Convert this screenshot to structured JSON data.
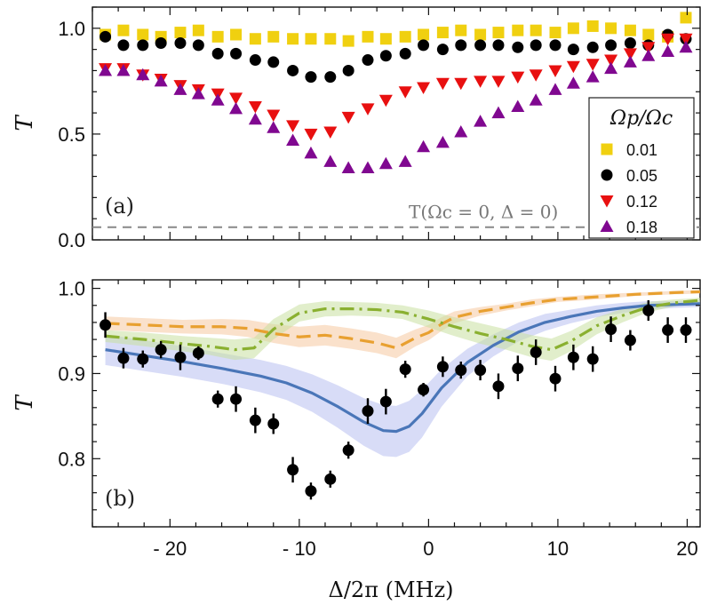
{
  "chart_data": [
    {
      "panel": "(a)",
      "type": "scatter",
      "ylabel": "T",
      "xlabel": "",
      "ylim": [
        0.0,
        1.1
      ],
      "xlim": [
        -26,
        21
      ],
      "yticks": [
        0.0,
        0.5,
        1.0
      ],
      "ytick_labels": [
        "0.0",
        "0.5",
        "1.0"
      ],
      "xticks": [
        -20,
        -10,
        0,
        10,
        20
      ],
      "grid": false,
      "legend": {
        "title": "Ω_p/Ω_c",
        "placement": "right"
      },
      "legend_title": "Ωp/Ωc",
      "annotation": "T(Ωc = 0, Δ = 0)",
      "annotation_y": 0.06,
      "series": [
        {
          "name": "0.01",
          "color": "#f0d010",
          "marker": "square",
          "x": [
            -25.0,
            -23.6,
            -22.1,
            -20.7,
            -19.2,
            -17.8,
            -16.3,
            -14.9,
            -13.4,
            -12.0,
            -10.5,
            -9.1,
            -7.6,
            -6.2,
            -4.7,
            -3.3,
            -1.8,
            -0.4,
            1.1,
            2.5,
            4.0,
            5.4,
            6.9,
            8.3,
            9.8,
            11.2,
            12.7,
            14.1,
            15.6,
            17.0,
            18.5,
            19.9
          ],
          "y": [
            0.97,
            0.99,
            0.97,
            0.96,
            0.98,
            0.99,
            0.96,
            0.97,
            0.95,
            0.96,
            0.95,
            0.95,
            0.95,
            0.94,
            0.96,
            0.95,
            0.96,
            0.97,
            0.98,
            0.99,
            0.97,
            0.98,
            0.99,
            0.99,
            0.98,
            1.0,
            1.01,
            1.0,
            0.99,
            0.97,
            0.96,
            1.05
          ]
        },
        {
          "name": "0.05",
          "color": "#000000",
          "marker": "circle",
          "x": [
            -25.0,
            -23.6,
            -22.1,
            -20.7,
            -19.2,
            -17.8,
            -16.3,
            -14.9,
            -13.4,
            -12.0,
            -10.5,
            -9.1,
            -7.6,
            -6.2,
            -4.7,
            -3.3,
            -1.8,
            -0.4,
            1.1,
            2.5,
            4.0,
            5.4,
            6.9,
            8.3,
            9.8,
            11.2,
            12.7,
            14.1,
            15.6,
            17.0,
            18.5,
            19.9
          ],
          "y": [
            0.96,
            0.92,
            0.92,
            0.93,
            0.93,
            0.92,
            0.88,
            0.88,
            0.85,
            0.84,
            0.8,
            0.77,
            0.77,
            0.8,
            0.85,
            0.87,
            0.88,
            0.92,
            0.9,
            0.92,
            0.92,
            0.92,
            0.91,
            0.92,
            0.92,
            0.9,
            0.91,
            0.92,
            0.93,
            0.92,
            0.97,
            0.95
          ]
        },
        {
          "name": "0.12",
          "color": "#e81010",
          "marker": "triangle-down",
          "x": [
            -25.0,
            -23.6,
            -22.1,
            -20.7,
            -19.2,
            -17.8,
            -16.3,
            -14.9,
            -13.4,
            -12.0,
            -10.5,
            -9.1,
            -7.6,
            -6.2,
            -4.7,
            -3.3,
            -1.8,
            -0.4,
            1.1,
            2.5,
            4.0,
            5.4,
            6.9,
            8.3,
            9.8,
            11.2,
            12.7,
            14.1,
            15.6,
            17.0,
            18.5,
            19.9
          ],
          "y": [
            0.81,
            0.81,
            0.78,
            0.76,
            0.73,
            0.71,
            0.69,
            0.67,
            0.63,
            0.59,
            0.54,
            0.5,
            0.51,
            0.58,
            0.62,
            0.66,
            0.7,
            0.72,
            0.74,
            0.74,
            0.75,
            0.75,
            0.77,
            0.78,
            0.8,
            0.82,
            0.83,
            0.85,
            0.88,
            0.91,
            0.95,
            0.95
          ]
        },
        {
          "name": "0.18",
          "color": "#800890",
          "marker": "triangle-up",
          "x": [
            -25.0,
            -23.6,
            -22.1,
            -20.7,
            -19.2,
            -17.8,
            -16.3,
            -14.9,
            -13.4,
            -12.0,
            -10.5,
            -9.1,
            -7.6,
            -6.2,
            -4.7,
            -3.3,
            -1.8,
            -0.4,
            1.1,
            2.5,
            4.0,
            5.4,
            6.9,
            8.3,
            9.8,
            11.2,
            12.7,
            14.1,
            15.6,
            17.0,
            18.5,
            19.9
          ],
          "y": [
            0.8,
            0.8,
            0.78,
            0.75,
            0.71,
            0.69,
            0.66,
            0.62,
            0.57,
            0.53,
            0.47,
            0.41,
            0.37,
            0.34,
            0.34,
            0.36,
            0.37,
            0.44,
            0.46,
            0.51,
            0.56,
            0.6,
            0.63,
            0.66,
            0.71,
            0.74,
            0.77,
            0.81,
            0.84,
            0.87,
            0.89,
            0.91
          ]
        }
      ]
    },
    {
      "panel": "(b)",
      "type": "scatter",
      "ylabel": "T",
      "xlabel": "Δ/2π (MHz)",
      "ylim": [
        0.72,
        1.01
      ],
      "xlim": [
        -26,
        21
      ],
      "yticks": [
        0.8,
        0.9,
        1.0
      ],
      "ytick_labels": [
        "0.8",
        "0.9",
        "1.0"
      ],
      "xticks": [
        -20,
        -10,
        0,
        10,
        20
      ],
      "xtick_labels": [
        "- 20",
        "- 10",
        "0",
        "10",
        "20"
      ],
      "grid": false,
      "data": {
        "color": "#000000",
        "x": [
          -25.0,
          -23.6,
          -22.1,
          -20.7,
          -19.2,
          -17.8,
          -16.3,
          -14.9,
          -13.4,
          -12.0,
          -10.5,
          -9.1,
          -7.6,
          -6.2,
          -4.7,
          -3.3,
          -1.8,
          -0.4,
          1.1,
          2.5,
          4.0,
          5.4,
          6.9,
          8.3,
          9.8,
          11.2,
          12.7,
          14.1,
          15.6,
          17.0,
          18.5,
          19.9
        ],
        "y": [
          0.957,
          0.918,
          0.917,
          0.928,
          0.919,
          0.924,
          0.87,
          0.87,
          0.845,
          0.841,
          0.787,
          0.762,
          0.776,
          0.81,
          0.856,
          0.867,
          0.905,
          0.881,
          0.908,
          0.904,
          0.904,
          0.885,
          0.906,
          0.925,
          0.894,
          0.919,
          0.917,
          0.952,
          0.939,
          0.974,
          0.951,
          0.951
        ],
        "err": [
          0.015,
          0.012,
          0.01,
          0.01,
          0.015,
          0.008,
          0.01,
          0.015,
          0.015,
          0.012,
          0.015,
          0.01,
          0.01,
          0.01,
          0.015,
          0.015,
          0.01,
          0.008,
          0.012,
          0.01,
          0.012,
          0.015,
          0.015,
          0.015,
          0.015,
          0.015,
          0.015,
          0.015,
          0.012,
          0.012,
          0.015,
          0.015
        ]
      },
      "curves": [
        {
          "style": "solid",
          "color": "#4a76b8",
          "band_color": "#b8bff0",
          "x": [
            -25,
            -22,
            -19,
            -16,
            -13,
            -11,
            -9,
            -7,
            -5,
            -3.5,
            -2.5,
            -1.5,
            -0.5,
            1,
            3,
            5,
            7,
            9,
            11,
            13,
            15,
            17,
            19,
            21
          ],
          "y": [
            0.928,
            0.921,
            0.914,
            0.906,
            0.897,
            0.889,
            0.877,
            0.861,
            0.843,
            0.833,
            0.832,
            0.838,
            0.853,
            0.883,
            0.913,
            0.933,
            0.949,
            0.96,
            0.967,
            0.973,
            0.977,
            0.98,
            0.981,
            0.982
          ],
          "band": [
            0.018,
            0.018,
            0.018,
            0.018,
            0.019,
            0.02,
            0.022,
            0.025,
            0.028,
            0.03,
            0.03,
            0.03,
            0.028,
            0.022,
            0.016,
            0.013,
            0.011,
            0.01,
            0.008,
            0.007,
            0.006,
            0.005,
            0.004,
            0.004
          ]
        },
        {
          "style": "dashed",
          "color": "#e8a030",
          "band_color": "#f5c8a0",
          "x": [
            -25,
            -22,
            -19,
            -16,
            -14,
            -12,
            -10,
            -8,
            -6,
            -4,
            -2.5,
            -1,
            0,
            1,
            2,
            4,
            6,
            8,
            10,
            13,
            16,
            19,
            21
          ],
          "y": [
            0.959,
            0.957,
            0.955,
            0.955,
            0.953,
            0.947,
            0.943,
            0.945,
            0.941,
            0.936,
            0.93,
            0.942,
            0.948,
            0.958,
            0.966,
            0.973,
            0.978,
            0.983,
            0.987,
            0.99,
            0.993,
            0.995,
            0.996
          ],
          "band": [
            0.008,
            0.008,
            0.008,
            0.009,
            0.01,
            0.011,
            0.012,
            0.012,
            0.012,
            0.012,
            0.012,
            0.01,
            0.009,
            0.008,
            0.007,
            0.005,
            0.004,
            0.004,
            0.003,
            0.003,
            0.002,
            0.002,
            0.002
          ]
        },
        {
          "style": "dashdot",
          "color": "#8ab030",
          "band_color": "#c8e0a0",
          "x": [
            -25,
            -22,
            -19,
            -17,
            -15,
            -13.5,
            -12,
            -10,
            -8,
            -6,
            -4,
            -2,
            0,
            2,
            4,
            6,
            8,
            9.5,
            11,
            13,
            15,
            17,
            19,
            21
          ],
          "y": [
            0.944,
            0.94,
            0.935,
            0.932,
            0.928,
            0.93,
            0.952,
            0.971,
            0.976,
            0.976,
            0.975,
            0.972,
            0.964,
            0.955,
            0.947,
            0.94,
            0.932,
            0.928,
            0.938,
            0.956,
            0.968,
            0.978,
            0.983,
            0.986
          ],
          "band": [
            0.007,
            0.008,
            0.009,
            0.01,
            0.012,
            0.012,
            0.012,
            0.01,
            0.009,
            0.008,
            0.008,
            0.008,
            0.01,
            0.011,
            0.012,
            0.012,
            0.013,
            0.013,
            0.012,
            0.01,
            0.008,
            0.006,
            0.004,
            0.003
          ]
        }
      ],
      "reference_line": {
        "style": "dashed",
        "color": "#888888"
      }
    }
  ]
}
